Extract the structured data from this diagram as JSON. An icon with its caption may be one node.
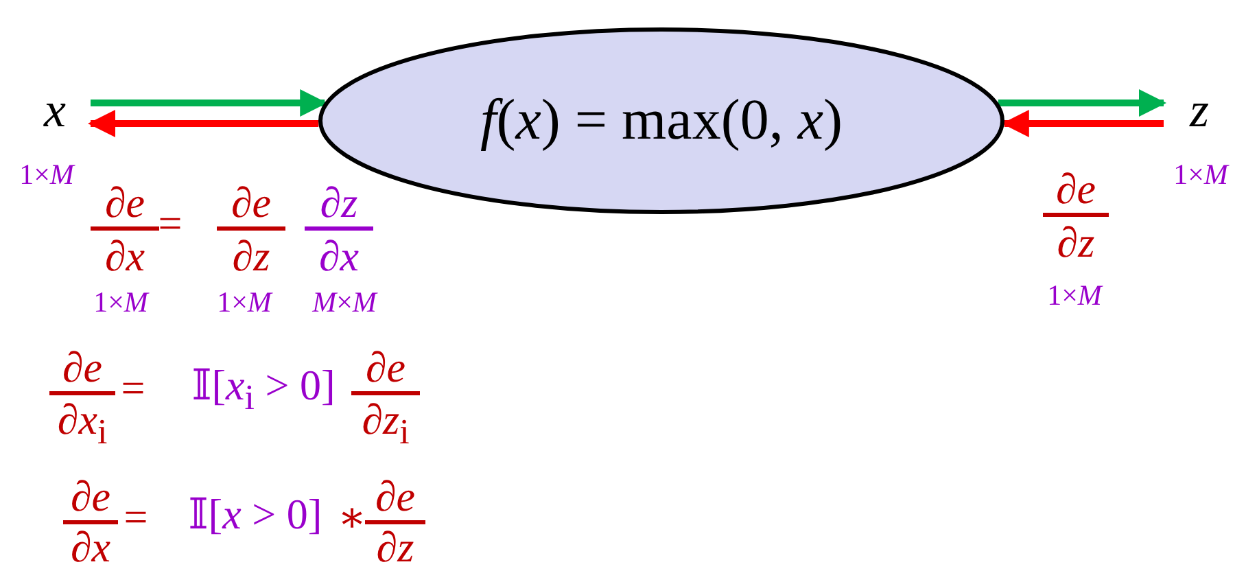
{
  "diagram": {
    "nodes": [
      {
        "text": [
          "*x*"
        ]
      },
      {
        "text": [
          "*f*(*x*) = max(0, *x*)"
        ]
      },
      {
        "text": [
          "*z*"
        ]
      }
    ],
    "edges": [
      {
        "from": 0,
        "to": 1,
        "arrow": "to",
        "color": "#00b050"
      },
      {
        "from": 1,
        "to": 0,
        "arrow": "to",
        "color": "#ff0000"
      },
      {
        "from": 1,
        "to": 2,
        "arrow": "to",
        "color": "#00b050"
      },
      {
        "from": 2,
        "to": 1,
        "arrow": "to",
        "color": "#ff0000"
      }
    ],
    "labels": [
      "1×*M*",
      "∂*e*",
      "∂*x*",
      "=",
      "∂*e*",
      "∂*z*",
      "∂*z*",
      "∂*x*",
      "1×*M*",
      "1×*M*",
      "*M*×*M*",
      "∂*e*",
      "∂*x*$_{i}$",
      "=",
      "𝕀[*x*$_{i}$ > 0]",
      "∂*e*",
      "∂*z*$_{i}$",
      "∂*e*",
      "∂*x*",
      "=",
      "𝕀[*x* > 0]",
      "∗",
      "∂*e*",
      "∂*z*",
      "1×*M*",
      "∂*e*",
      "∂*z*",
      "1×*M*"
    ]
  }
}
